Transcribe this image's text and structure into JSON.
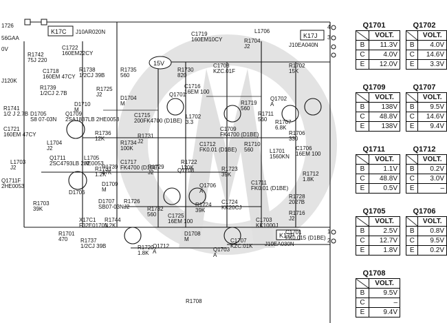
{
  "labels": {
    "connectors": [
      "K17C",
      "K17J",
      "K17P"
    ],
    "connector_parts": [
      "J10AR020N",
      "J10EA040N",
      "J10EA030N"
    ],
    "supply": "15V",
    "partial_left": [
      "1726",
      "56GAA",
      "0V",
      "J120K"
    ],
    "components": [
      "C1722 160EM22CY",
      "R1742 75J 220",
      "C1719 160EM10CY",
      "L1706",
      "R1704 J2",
      "C1718 160EM 47CY",
      "R1738 1/2CJ 39B",
      "R1735 560",
      "R1730 820",
      "C1708 KZC.01F",
      "R1702 15K",
      "R1739 1/2CJ 2.7B",
      "R1725 J2",
      "D1710 M",
      "D1704 M",
      "C1715 200FK4700 (D1BE)",
      "C1716 16EM 100",
      "R1741 1/2 J 2.7B",
      "D1705 S8 07-03N",
      "Q1709 2SA1837LB 2HE0053",
      "R1736 12K",
      "R1731 J2",
      "C1721 160EM 47CY",
      "L1704 J2",
      "R1734 100K",
      "R1733 1.2K",
      "L1702 3.3",
      "C1709 FK4700 (D1BE)",
      "R1719 560",
      "Q1702 A",
      "R1711 560",
      "R1707 6.8K",
      "R1706 330",
      "C1706 16EM 100",
      "L1703 J2",
      "L1705 J2",
      "Q1711 2SC4793LB 2HE0053",
      "R1739 47K",
      "C1717 FK4700 (D1BE)",
      "R1729 J2",
      "R1710 560",
      "L1701 1560KN",
      "C1712 FK0.01 (D1BE)",
      "R1723 39K",
      "R1722 120K",
      "Q1701",
      "Q1711F 2HE0053",
      "D1706",
      "D1709 M",
      "Q1708",
      "Q1706 A",
      "C1711 FK0.01 (D1BE)",
      "R1712 1.8K",
      "R1703 39K",
      "D1707 SB07-03N",
      "R1726 J2",
      "R1732 560",
      "C1724 KK20CJ",
      "R1724 39K",
      "R1728 2027B",
      "X17C1 F32E0170N",
      "R1744 1.2K",
      "C1725 16EM 100",
      "R1716 J2",
      "C1701 FK0.015 (D1BE)",
      "R1701 470",
      "R1737 1/2CJ 39B",
      "R1720 1.8K",
      "Q1712 A",
      "D1708 M",
      "C1707 KZC.01K",
      "Q1703 A",
      "C1703 KK1000J",
      "R1708"
    ],
    "pins": [
      "4",
      "3",
      "2",
      "1"
    ]
  },
  "tables": [
    {
      "id": "Q1701",
      "title": "Q1701",
      "header": "VOLT.",
      "rows": [
        [
          "B",
          "11.3V"
        ],
        [
          "C",
          "4.0V"
        ],
        [
          "E",
          "12.0V"
        ]
      ]
    },
    {
      "id": "Q1702",
      "title": "Q1702",
      "header": "VOLT.",
      "rows": [
        [
          "B",
          "4.0V"
        ],
        [
          "C",
          "14.6V"
        ],
        [
          "E",
          "3.3V"
        ]
      ]
    },
    {
      "id": "Q1709",
      "title": "Q1709",
      "header": "VOLT.",
      "rows": [
        [
          "B",
          "138V"
        ],
        [
          "C",
          "48.8V"
        ],
        [
          "E",
          "138V"
        ]
      ]
    },
    {
      "id": "Q1707",
      "title": "Q1707",
      "header": "VOLT.",
      "rows": [
        [
          "B",
          "9.5V"
        ],
        [
          "C",
          "14.6V"
        ],
        [
          "E",
          "9.4V"
        ]
      ]
    },
    {
      "id": "Q1711",
      "title": "Q1711",
      "header": "VOLT.",
      "rows": [
        [
          "B",
          "1.1V"
        ],
        [
          "C",
          "48.8V"
        ],
        [
          "E",
          "0.5V"
        ]
      ]
    },
    {
      "id": "Q1712",
      "title": "Q1712",
      "header": "VOLT.",
      "rows": [
        [
          "B",
          "0.2V"
        ],
        [
          "C",
          "3.0V"
        ],
        [
          "E",
          "–"
        ]
      ]
    },
    {
      "id": "Q1705",
      "title": "Q1705",
      "header": "VOLT.",
      "rows": [
        [
          "B",
          "2.5V"
        ],
        [
          "C",
          "12.7V"
        ],
        [
          "E",
          "1.8V"
        ]
      ]
    },
    {
      "id": "Q1706",
      "title": "Q1706",
      "header": "VOLT.",
      "rows": [
        [
          "B",
          "0.8V"
        ],
        [
          "C",
          "9.5V"
        ],
        [
          "E",
          "0.2V"
        ]
      ]
    },
    {
      "id": "Q1708",
      "title": "Q1708",
      "header": "VOLT.",
      "rows": [
        [
          "B",
          "9.5V"
        ],
        [
          "C",
          "–"
        ],
        [
          "E",
          "9.4V"
        ]
      ]
    }
  ]
}
